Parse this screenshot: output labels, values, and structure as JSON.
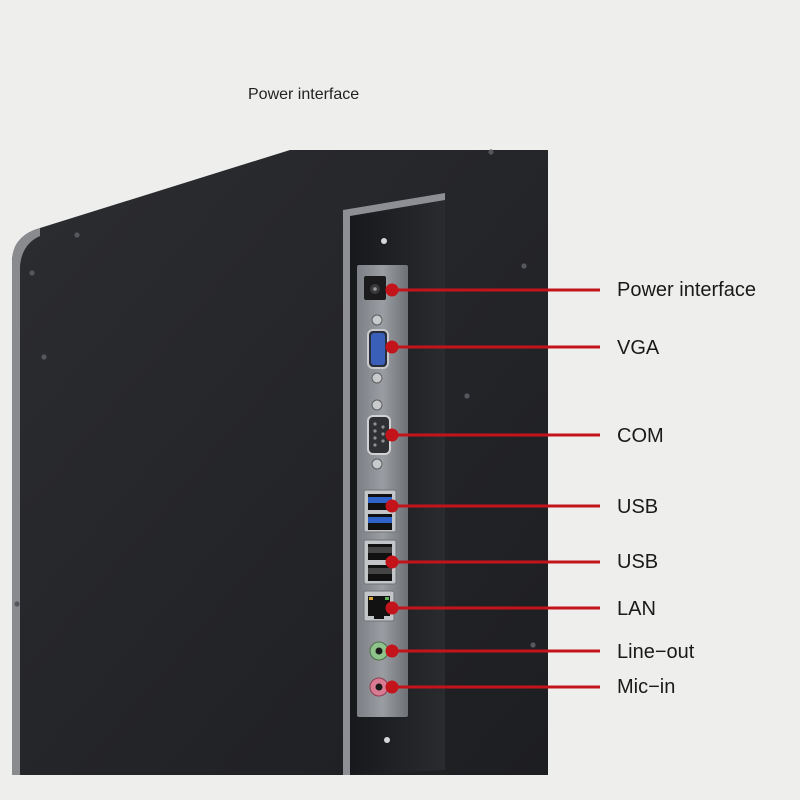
{
  "caption": "Power interface",
  "colors": {
    "background": "#eeeeed",
    "panel": "#232427",
    "callout_red": "#c4141b",
    "usb_blue": "#2f63c9",
    "vga_blue": "#3a5fb8",
    "lineout_green": "#8fc38c",
    "micin_pink": "#d97a93"
  },
  "ports": [
    {
      "label": "Power interface",
      "icon": "dc-power-jack-icon"
    },
    {
      "label": "VGA",
      "icon": "vga-port-icon"
    },
    {
      "label": "COM",
      "icon": "serial-port-icon"
    },
    {
      "label": "USB",
      "icon": "usb-port-icon"
    },
    {
      "label": "USB",
      "icon": "usb-port-icon"
    },
    {
      "label": "LAN",
      "icon": "ethernet-port-icon"
    },
    {
      "label": "Line−out",
      "icon": "audio-jack-icon"
    },
    {
      "label": "Mic−in",
      "icon": "audio-jack-icon"
    }
  ]
}
